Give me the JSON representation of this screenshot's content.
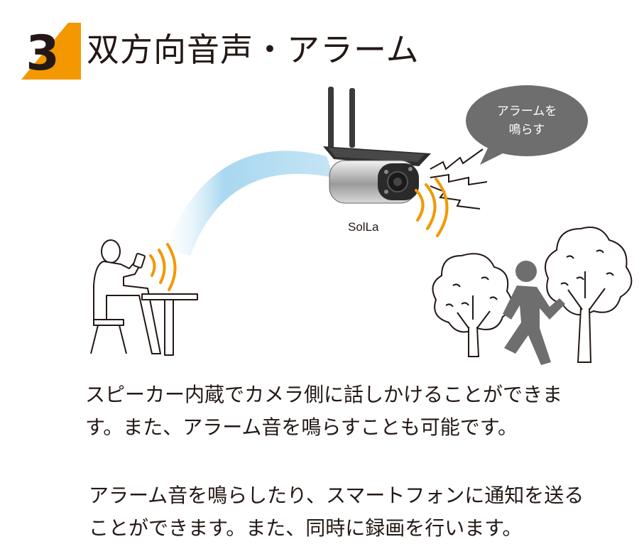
{
  "heading": {
    "number": "3",
    "title": "双方向音声・アラーム"
  },
  "illustration": {
    "camera_label": "SolLa",
    "bubble_line1": "アラームを",
    "bubble_line2": "鳴らす"
  },
  "description": {
    "line1": "スピーカー内蔵でカメラ側に話しかけることができま",
    "line2": "す。また、アラーム音を鳴らすことも可能です。"
  },
  "note": {
    "line1": "アラーム音を鳴らしたり、スマートフォンに通知を送る",
    "line2": "ことができます。また、同時に録画を行います。"
  },
  "colors": {
    "accent_orange": "#F39800",
    "bubble_gray": "#6E6E6E",
    "arc_blue": "#9FD3EE"
  }
}
